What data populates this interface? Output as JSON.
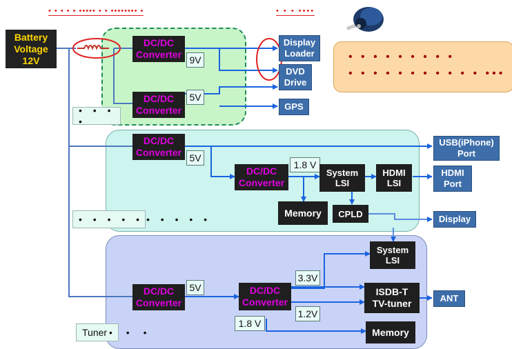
{
  "battery": {
    "line1": "Battery",
    "line2": "Voltage",
    "line3": "12V"
  },
  "header_left_dots": "• • • • • ••••• • • •••••••• •",
  "header_right_dots": "• • • ••••",
  "orange_box": {
    "row1": "• • • • • • • • •",
    "row2": "• • • • • • • • • • • •••"
  },
  "converters": [
    {
      "line1": "DC/DC",
      "line2": "Converter"
    },
    {
      "line1": "DC/DC",
      "line2": "Converter"
    },
    {
      "line1": "DC/DC",
      "line2": "Converter"
    },
    {
      "line1": "DC/DC",
      "line2": "Converter"
    },
    {
      "line1": "DC/DC",
      "line2": "Converter"
    },
    {
      "line1": "DC/DC",
      "line2": "Converter"
    }
  ],
  "voltages": {
    "v9": "9V",
    "v5a": "5V",
    "v5b": "5V",
    "v18a": "1.8 V",
    "v5c": "5V",
    "v33": "3.3V",
    "v12": "1.2V",
    "v18b": "1.8 V"
  },
  "blocks": {
    "system_lsi_1": {
      "line1": "System",
      "line2": "LSI"
    },
    "hdmi_lsi": {
      "line1": "HDMI",
      "line2": "LSI"
    },
    "memory_1": "Memory",
    "cpld": "CPLD",
    "system_lsi_2": {
      "line1": "System",
      "line2": "LSI"
    },
    "tv_tuner": {
      "line1": "ISDB-T",
      "line2": "TV-tuner"
    },
    "memory_2": "Memory"
  },
  "outputs": {
    "display_loader": {
      "line1": "Display",
      "line2": "Loader"
    },
    "dvd_drive": {
      "line1": "DVD",
      "line2": "Drive"
    },
    "gps": "GPS",
    "usb_port": {
      "line1": "USB(iPhone)",
      "line2": "Port"
    },
    "hdmi_port": {
      "line1": "HDMI",
      "line2": "Port"
    },
    "display": "Display",
    "ant": "ANT"
  },
  "dot_boxes": {
    "box1": "• • • •",
    "box2": "• • • • • • • • • • • •",
    "tuner_label": "Tuner",
    "tuner_dots": "• • •"
  },
  "colors": {
    "green": "#c8f5c8",
    "cyan": "#cdf4ee",
    "blue": "#c9d3f7",
    "orange": "#fdd9a8",
    "wire": "#1a63e0",
    "battery_bg": "#222222",
    "battery_text": "#ffd700",
    "red": "#e02020"
  }
}
